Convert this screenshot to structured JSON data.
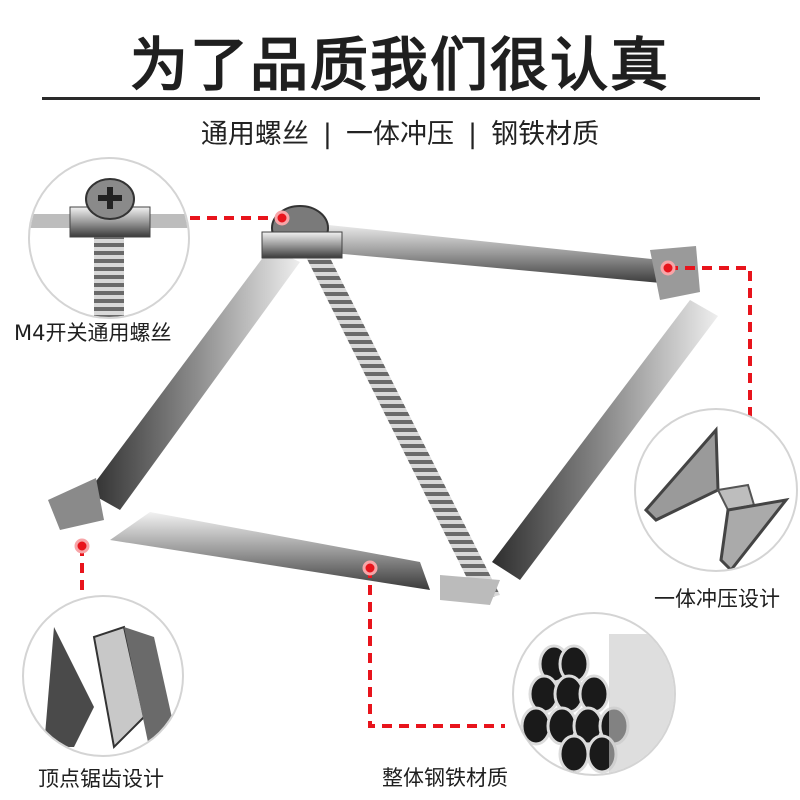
{
  "header": {
    "title": "为了品质我们很认真",
    "features": [
      "通用螺丝",
      "一体冲压",
      "钢铁材质"
    ],
    "separator": "|"
  },
  "callouts": [
    {
      "id": "screw",
      "label": "M4开关通用螺丝"
    },
    {
      "id": "stamping",
      "label": "一体冲压设计"
    },
    {
      "id": "serrated-tip",
      "label": "顶点锯齿设计"
    },
    {
      "id": "steel",
      "label": "整体钢铁材质"
    }
  ],
  "colors": {
    "accent_red": "#e8141c",
    "text": "#1f1f1f",
    "circle_border": "#d4d4d4",
    "metal_dark": "#3a3a3a",
    "metal_light": "#e6e6e6"
  }
}
